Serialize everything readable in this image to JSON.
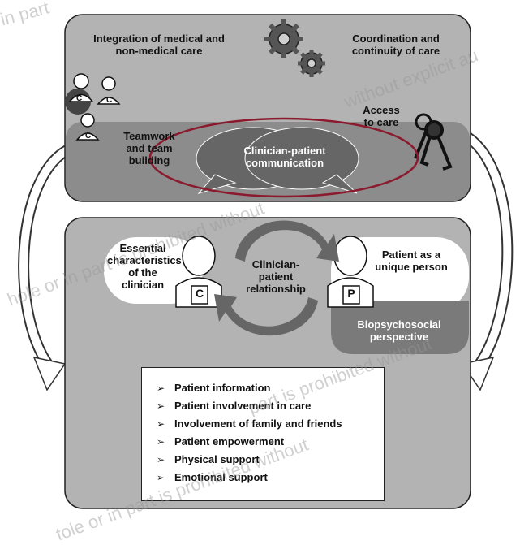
{
  "top_panel": {
    "integration": "Integration of medical and non-medical care",
    "coordination": "Coordination and continuity of care",
    "teamwork": "Teamwork and team building",
    "access": "Access to care",
    "communication": "Clinician-patient communication"
  },
  "middle_panel": {
    "clinician_characteristics": "Essential characteristics of the clinician",
    "clinician_letter": "C",
    "relationship": "Clinician-patient relationship",
    "patient_letter": "P",
    "patient_unique": "Patient as a unique person",
    "biopsychosocial": "Biopsychosocial perspective"
  },
  "bullet_items": [
    "Patient information",
    "Patient involvement in care",
    "Involvement of family and  friends",
    "Patient empowerment",
    "Physical support",
    "Emotional support"
  ],
  "bullet_symbol": "➢",
  "icons": [
    "people-icon",
    "gears-icon",
    "keys-icon",
    "speech-bubble-icon",
    "person-icon",
    "cycle-arrows-icon",
    "curved-arrow-icon"
  ],
  "colors": {
    "panel_fill": "#b3b3b3",
    "dark_fill": "#7a7a7a",
    "bubble_fill": "#666666",
    "highlight_ellipse": "#8b1a2e",
    "person_fill": "#ffffff"
  },
  "watermark": [
    "in part",
    "without explicit au",
    "hole or in part is prohibited without",
    "tole or in part is prohibited without",
    "part is prohibited without"
  ]
}
